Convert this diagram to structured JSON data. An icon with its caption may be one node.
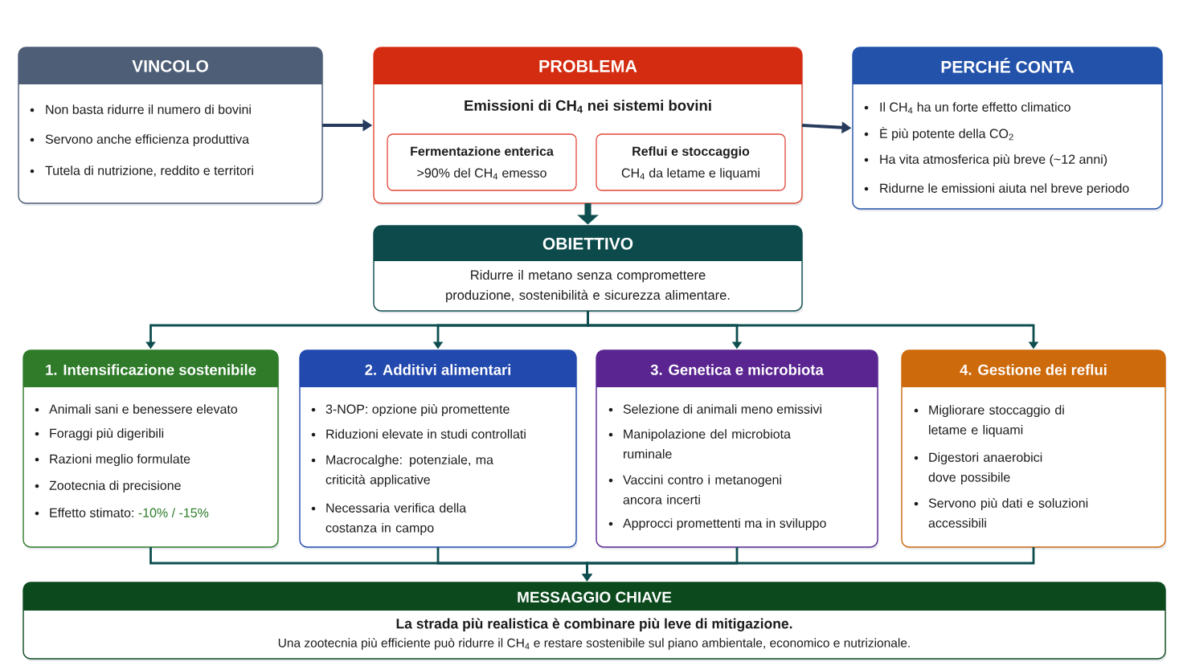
{
  "diagram": {
    "nodes": [
      {
        "text": [
          "VINCOLO",
          "Non basta ridurre il numero di bovini",
          "Servono anche efficienza produttiva",
          "Tutela di nutrizione, reddito e territori"
        ]
      },
      {
        "text": [
          "PROBLEMA",
          "Emissioni di CH$_{4}$ nei sistemi bovini"
        ]
      },
      {
        "text": [
          "Fermentazione enterica",
          ">90% del CH$_{4}$ emesso"
        ],
        "in": 1
      },
      {
        "text": [
          "Reflui e stoccaggio",
          "CH$_{4}$ da letame e liquami"
        ],
        "in": 1
      },
      {
        "text": [
          "PERCHÉ CONTA",
          "Il CH$_{4}$ ha un forte effetto climatico",
          "È più potente della CO$_{2}$",
          "Ha vita atmosferica più breve (~12 anni)",
          "Ridurne le emissioni aiuta nel breve periodo"
        ]
      },
      {
        "text": [
          "OBIETTIVO",
          "Ridurre il metano senza compromettere produzione, sostenibilità e sicurezza alimentare."
        ]
      },
      {
        "text": [
          "1. Intensificazione sostenibile",
          "Animali sani e benessere elevato",
          "Foraggi più digeribili",
          "Razioni meglio formulate",
          "Zootecnia di precisione",
          "Effetto stimato:",
          "-10% / -15%"
        ]
      },
      {
        "text": [
          "2. Additivi alimentari",
          "3-NOP: opzione più promettente",
          "Riduzioni elevate in studi controllati",
          "Macrocalghe: potenziale, ma criticità applicative",
          "Necessaria verifica della costanza in campo"
        ]
      },
      {
        "text": [
          "3. Genetica e microbiota",
          "Selezione di animali meno emissivi",
          "Manipolazione del microbiota ruminale",
          "Vaccini contro i metanogeni ancora incerti",
          "Approcci promettenti ma in sviluppo"
        ]
      },
      {
        "text": [
          "4. Gestione dei reflui",
          "Migliorare stoccaggio di letame e liquami",
          "Digestori anaerobici dove possibile",
          "Servono più dati e soluzioni accessibili"
        ]
      },
      {
        "text": [
          "MESSAGGIO CHIAVE",
          "La strada più realistica è combinare più leve di mitigazione.",
          "Una zootecnia più efficiente può ridurre il CH$_{4}$ e restare sostenibile sul piano ambientale, economico e nutrizionale."
        ]
      }
    ],
    "edges": [
      {
        "from": 0,
        "to": 1,
        "arrow": "to",
        "color": "#263a5c"
      },
      {
        "from": 1,
        "to": 4,
        "arrow": "to",
        "color": "#263a5c"
      },
      {
        "from": 1,
        "to": 5,
        "arrow": "to",
        "style": "thick"
      },
      {
        "from": 5,
        "to": 6,
        "arrow": "to"
      },
      {
        "from": 5,
        "to": 7,
        "arrow": "to"
      },
      {
        "from": 5,
        "to": 8,
        "arrow": "to"
      },
      {
        "from": 5,
        "to": 9,
        "arrow": "to"
      },
      {
        "from": 6,
        "to": 10,
        "arrow": "to"
      },
      {
        "from": 7,
        "to": 10,
        "arrow": "to"
      },
      {
        "from": 8,
        "to": 10,
        "arrow": "to"
      },
      {
        "from": 9,
        "to": 10,
        "arrow": "to"
      }
    ]
  }
}
